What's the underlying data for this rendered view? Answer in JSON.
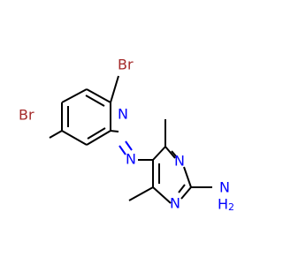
{
  "molecule": {
    "atoms": {
      "br_top": "Br",
      "br_left": "Br",
      "n_azo_upper": "N",
      "n_azo_lower": "N",
      "n_ring_upper": "N",
      "n_ring_lower": "N",
      "nh2_n": "N",
      "nh2_h2": "H",
      "nh2_sub": "2"
    }
  },
  "colors": {
    "bond": "#000000",
    "bromine": "#a52a2a",
    "nitrogen": "#0000ff",
    "background": "#ffffff"
  }
}
